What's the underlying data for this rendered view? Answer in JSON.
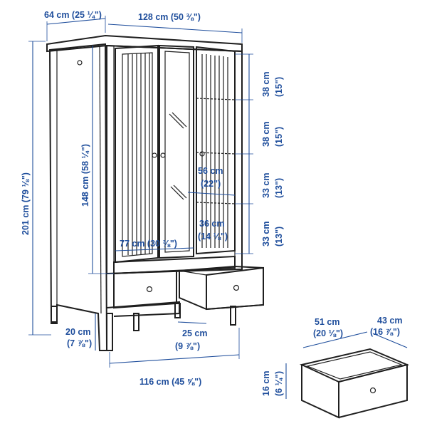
{
  "dimensions": {
    "depth": "64 cm (25 ¼\")",
    "width_top": "128 cm (50 ⅜\")",
    "height_total": "201 cm (79 ⅛\")",
    "height_inner": "148 cm (58 ¼\")",
    "shelf1_cm": "38 cm",
    "shelf1_in": "(15\")",
    "shelf2_cm": "38 cm",
    "shelf2_in": "(15\")",
    "shelf3_cm": "33 cm",
    "shelf3_in": "(13\")",
    "shelf4_cm": "33 cm",
    "shelf4_in": "(13\")",
    "shelf_width_cm": "56 cm",
    "shelf_width_in": "(22\")",
    "shelf_depth_cm": "36 cm",
    "shelf_depth_in": "(14 ⅛\")",
    "rail_width": "77 cm (30 ⅜\")",
    "leg_height_cm": "20 cm",
    "leg_height_in": "(7 ⅞\")",
    "drawer_gap_cm": "25 cm",
    "drawer_gap_in": "(9 ⅞\")",
    "width_bottom": "116 cm (45 ⅝\")",
    "drawer_width_cm": "51 cm",
    "drawer_width_in": "(20 ⅛\")",
    "drawer_depth_cm": "43 cm",
    "drawer_depth_in": "(16 ⅞\")",
    "drawer_height_cm": "16 cm",
    "drawer_height_in": "(6 ¼\")"
  },
  "colors": {
    "dimension_text": "#1f4e9c",
    "line_art": "#1f1f1f",
    "background": "#ffffff"
  }
}
